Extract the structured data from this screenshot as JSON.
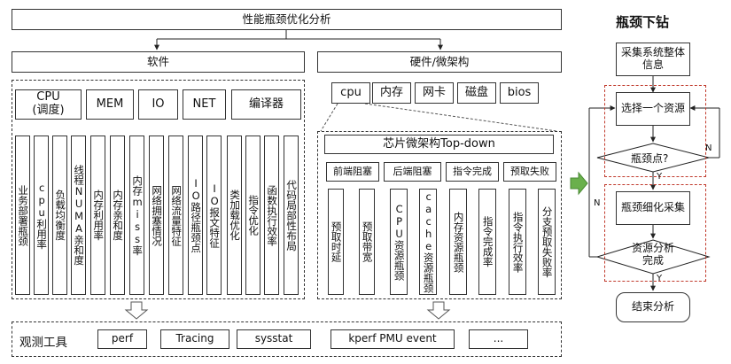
{
  "top": {
    "title": "性能瓶颈优化分析",
    "software": "软件",
    "hardware": "硬件/微架构"
  },
  "software": {
    "categories": [
      "CPU\n(调度)",
      "MEM",
      "IO",
      "NET",
      "编译器"
    ],
    "items": [
      "业务部署瓶颈",
      "cpu利用率",
      "负载均衡度",
      "线程NUMA亲和度",
      "内存利用率",
      "内存亲和度",
      "内存miss率",
      "网络拥塞情况",
      "网络流量特征",
      "IO路径瓶颈点",
      "IO报文特征",
      "类加载优化",
      "指令优化",
      "函数执行效率",
      "代码局部性布局"
    ]
  },
  "hardware": {
    "tabs": [
      "cpu",
      "内存",
      "网卡",
      "磁盘",
      "bios"
    ],
    "topdown_title": "芯片微架构Top-down",
    "groups": [
      "前端阻塞",
      "后端阻塞",
      "指令完成",
      "预取失败"
    ],
    "items": [
      "预取时延",
      "预取带宽",
      "CPU资源瓶颈",
      "cache资源瓶颈",
      "内存资源瓶颈",
      "指令完成率",
      "指令执行效率",
      "分支预取失败率"
    ]
  },
  "tools": {
    "label": "观测工具",
    "items": [
      "perf",
      "Tracing",
      "sysstat",
      "kperf PMU event",
      "..."
    ]
  },
  "flow": {
    "title": "瓶颈下钻",
    "collect": "采集系统整体信息",
    "select": "选择一个资源",
    "is_bottleneck": "瓶颈点?",
    "refine": "瓶颈细化采集",
    "analysis_done": "资源分析完成",
    "end": "结束分析",
    "y1": "Y",
    "n1": "N",
    "y2": "Y",
    "n2": "N"
  },
  "colors": {
    "accent": "#c0392b",
    "arrow": "#6ab04c"
  }
}
